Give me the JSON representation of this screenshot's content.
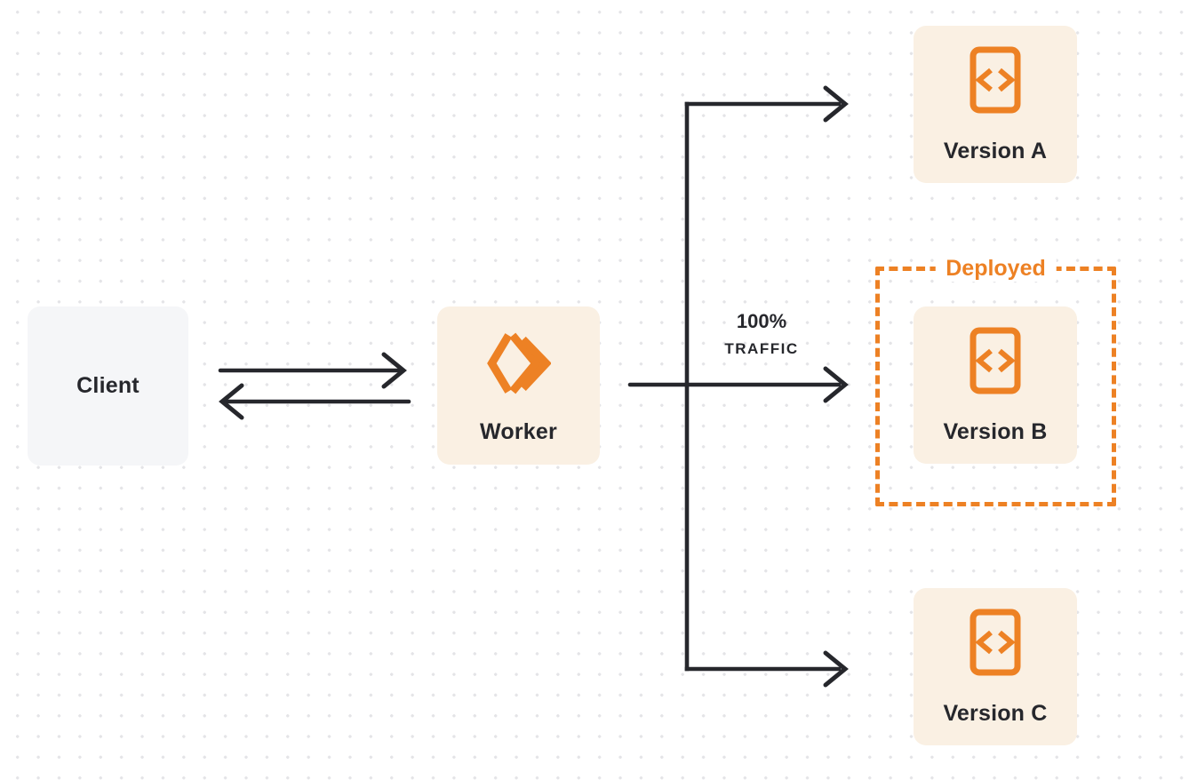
{
  "diagram": {
    "title": "Worker traffic routing diagram",
    "client": {
      "label": "Client"
    },
    "worker": {
      "label": "Worker",
      "icon": "workers-logo-icon"
    },
    "versions": [
      {
        "id": "a",
        "label": "Version A",
        "icon": "code-icon",
        "deployed": false
      },
      {
        "id": "b",
        "label": "Version B",
        "icon": "code-icon",
        "deployed": true
      },
      {
        "id": "c",
        "label": "Version C",
        "icon": "code-icon",
        "deployed": false
      }
    ],
    "deployed_badge": {
      "label": "Deployed"
    },
    "traffic_label": {
      "percent": "100%",
      "word": "TRAFFIC"
    },
    "edges": [
      "client to worker (request)",
      "worker to client (response)",
      "worker to version-a",
      "worker to version-b (100% traffic)",
      "worker to version-c"
    ]
  },
  "colors": {
    "accent": "#ED8124",
    "node_fill": "#FAF0E3",
    "client_fill": "#F5F6F8",
    "ink": "#26272C",
    "dot": "#E4E4E7",
    "background": "#FFFFFF"
  }
}
